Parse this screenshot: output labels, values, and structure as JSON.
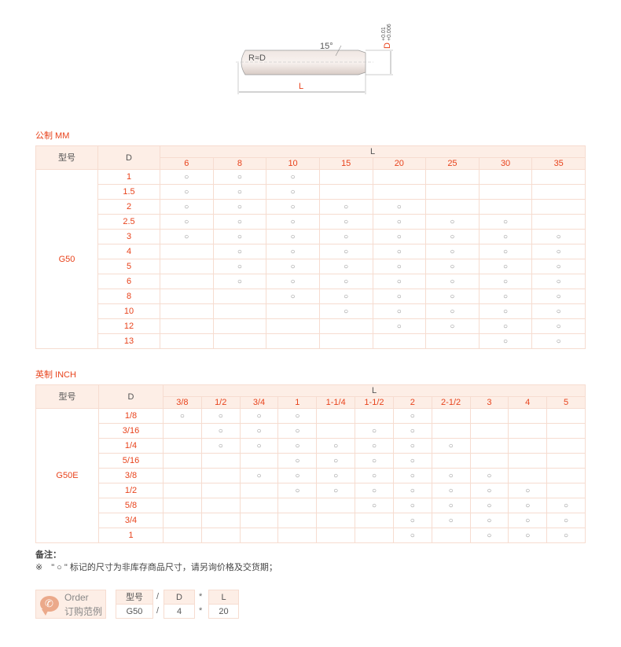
{
  "drawing": {
    "angle": "15°",
    "radius": "R≈D",
    "diameter": "D",
    "tol_upper": "+0.01",
    "tol_lower": "+0.006",
    "length": "L"
  },
  "mm": {
    "title": "公制  MM",
    "model_header": "型号",
    "d_header": "D",
    "l_header": "L",
    "model": "G50",
    "l_values": [
      "6",
      "8",
      "10",
      "15",
      "20",
      "25",
      "30",
      "35"
    ],
    "rows": [
      {
        "d": "1",
        "marks": [
          "○",
          "○",
          "○",
          "",
          "",
          "",
          "",
          ""
        ]
      },
      {
        "d": "1.5",
        "marks": [
          "○",
          "○",
          "○",
          "",
          "",
          "",
          "",
          ""
        ]
      },
      {
        "d": "2",
        "marks": [
          "○",
          "○",
          "○",
          "○",
          "○",
          "",
          "",
          ""
        ]
      },
      {
        "d": "2.5",
        "marks": [
          "○",
          "○",
          "○",
          "○",
          "○",
          "○",
          "○",
          ""
        ]
      },
      {
        "d": "3",
        "marks": [
          "○",
          "○",
          "○",
          "○",
          "○",
          "○",
          "○",
          "○"
        ]
      },
      {
        "d": "4",
        "marks": [
          "",
          "○",
          "○",
          "○",
          "○",
          "○",
          "○",
          "○"
        ]
      },
      {
        "d": "5",
        "marks": [
          "",
          "○",
          "○",
          "○",
          "○",
          "○",
          "○",
          "○"
        ]
      },
      {
        "d": "6",
        "marks": [
          "",
          "○",
          "○",
          "○",
          "○",
          "○",
          "○",
          "○"
        ]
      },
      {
        "d": "8",
        "marks": [
          "",
          "",
          "○",
          "○",
          "○",
          "○",
          "○",
          "○"
        ]
      },
      {
        "d": "10",
        "marks": [
          "",
          "",
          "",
          "○",
          "○",
          "○",
          "○",
          "○"
        ]
      },
      {
        "d": "12",
        "marks": [
          "",
          "",
          "",
          "",
          "○",
          "○",
          "○",
          "○"
        ]
      },
      {
        "d": "13",
        "marks": [
          "",
          "",
          "",
          "",
          "",
          "",
          "○",
          "○"
        ]
      }
    ]
  },
  "inch": {
    "title": "英制  INCH",
    "model_header": "型号",
    "d_header": "D",
    "l_header": "L",
    "model": "G50E",
    "l_values": [
      "3/8",
      "1/2",
      "3/4",
      "1",
      "1-1/4",
      "1-1/2",
      "2",
      "2-1/2",
      "3",
      "4",
      "5"
    ],
    "rows": [
      {
        "d": "1/8",
        "marks": [
          "○",
          "○",
          "○",
          "○",
          "",
          "",
          "○",
          "",
          "",
          "",
          ""
        ]
      },
      {
        "d": "3/16",
        "marks": [
          "",
          "○",
          "○",
          "○",
          "",
          "○",
          "○",
          "",
          "",
          "",
          ""
        ]
      },
      {
        "d": "1/4",
        "marks": [
          "",
          "○",
          "○",
          "○",
          "○",
          "○",
          "○",
          "○",
          "",
          "",
          ""
        ]
      },
      {
        "d": "5/16",
        "marks": [
          "",
          "",
          "",
          "○",
          "○",
          "○",
          "○",
          "",
          "",
          "",
          ""
        ]
      },
      {
        "d": "3/8",
        "marks": [
          "",
          "",
          "○",
          "○",
          "○",
          "○",
          "○",
          "○",
          "○",
          "",
          ""
        ]
      },
      {
        "d": "1/2",
        "marks": [
          "",
          "",
          "",
          "○",
          "○",
          "○",
          "○",
          "○",
          "○",
          "○",
          ""
        ]
      },
      {
        "d": "5/8",
        "marks": [
          "",
          "",
          "",
          "",
          "",
          "○",
          "○",
          "○",
          "○",
          "○",
          "○"
        ]
      },
      {
        "d": "3/4",
        "marks": [
          "",
          "",
          "",
          "",
          "",
          "",
          "○",
          "○",
          "○",
          "○",
          "○"
        ]
      },
      {
        "d": "1",
        "marks": [
          "",
          "",
          "",
          "",
          "",
          "",
          "○",
          "",
          "○",
          "○",
          "○"
        ]
      }
    ]
  },
  "notes": {
    "title": "备注：",
    "line": "※　\" ○ \" 标记的尺寸为非库存商品尺寸，请另询价格及交货期；"
  },
  "order": {
    "label_en": "Order",
    "label_cn": "订购范例",
    "icon": "phone-icon",
    "headers": [
      "型号",
      "D",
      "L"
    ],
    "values": [
      "G50",
      "4",
      "20"
    ],
    "sep1": "/",
    "sep2": "*"
  },
  "colors": {
    "accent": "#e8431c",
    "header_bg": "#fdeee6",
    "border": "#f6dcd0"
  }
}
